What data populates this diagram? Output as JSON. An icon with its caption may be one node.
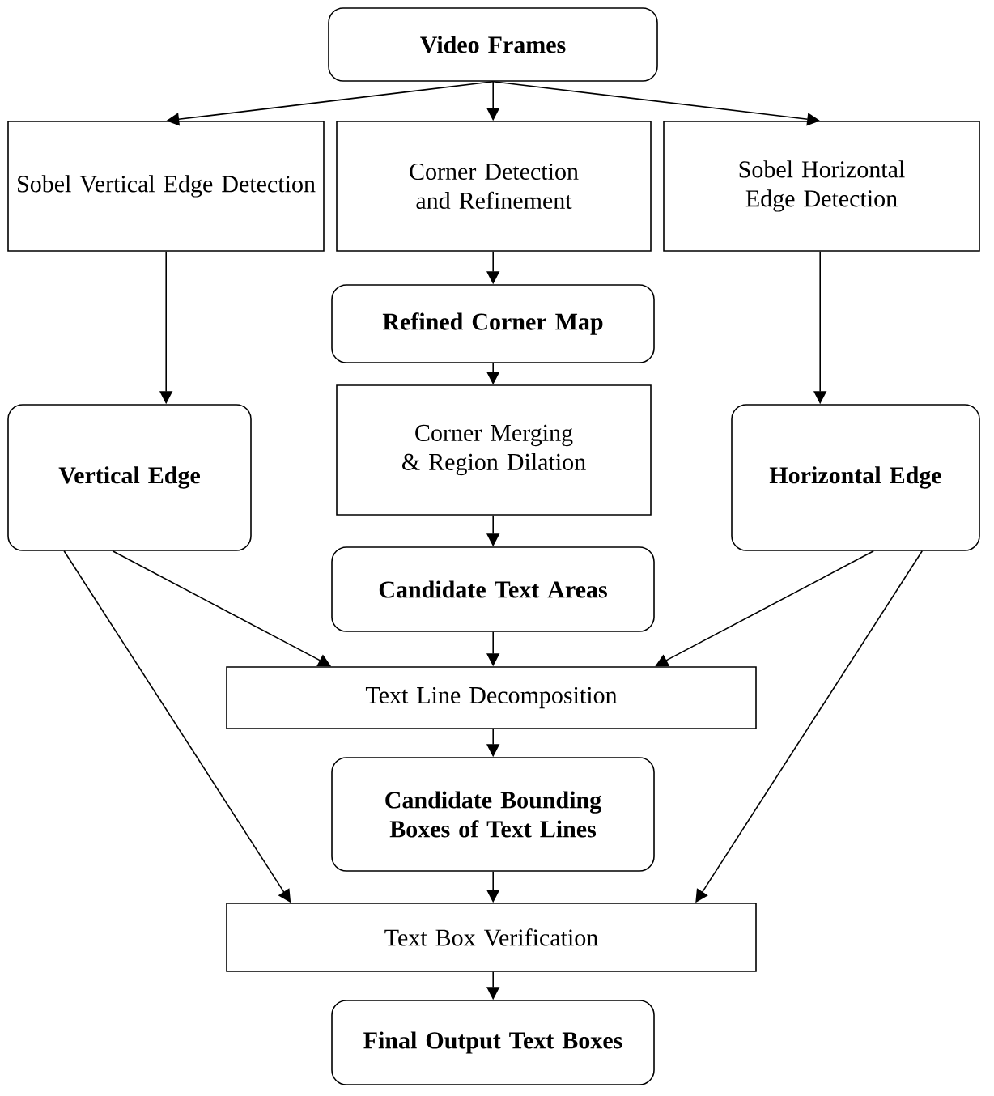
{
  "diagram": {
    "nodes": [
      {
        "text": [
          "Video Frames"
        ]
      },
      {
        "text": [
          "Sobel Vertical Edge Detection"
        ]
      },
      {
        "text": [
          "Corner Detection and Refinement"
        ]
      },
      {
        "text": [
          "Sobel Horizontal Edge Detection"
        ]
      },
      {
        "text": [
          "Refined Corner Map"
        ]
      },
      {
        "text": [
          "Vertical Edge"
        ]
      },
      {
        "text": [
          "Corner Merging & Region Dilation"
        ]
      },
      {
        "text": [
          "Horizontal Edge"
        ]
      },
      {
        "text": [
          "Candidate Text Areas"
        ]
      },
      {
        "text": [
          "Text Line Decomposition"
        ]
      },
      {
        "text": [
          "Candidate Bounding Boxes of Text Lines"
        ]
      },
      {
        "text": [
          "Text Box Verification"
        ]
      },
      {
        "text": [
          "Final Output Text Boxes"
        ]
      }
    ],
    "edges": [
      {
        "from": 0,
        "to": 1,
        "arrow": "to"
      },
      {
        "from": 0,
        "to": 2,
        "arrow": "to"
      },
      {
        "from": 0,
        "to": 3,
        "arrow": "to"
      },
      {
        "from": 1,
        "to": 5,
        "arrow": "to"
      },
      {
        "from": 2,
        "to": 4,
        "arrow": "to"
      },
      {
        "from": 3,
        "to": 7,
        "arrow": "to"
      },
      {
        "from": 4,
        "to": 6,
        "arrow": "to"
      },
      {
        "from": 6,
        "to": 8,
        "arrow": "to"
      },
      {
        "from": 5,
        "to": 9,
        "arrow": "to"
      },
      {
        "from": 5,
        "to": 11,
        "arrow": "to"
      },
      {
        "from": 7,
        "to": 9,
        "arrow": "to"
      },
      {
        "from": 7,
        "to": 11,
        "arrow": "to"
      },
      {
        "from": 8,
        "to": 9,
        "arrow": "to"
      },
      {
        "from": 9,
        "to": 10,
        "arrow": "to"
      },
      {
        "from": 10,
        "to": 11,
        "arrow": "to"
      },
      {
        "from": 11,
        "to": 12,
        "arrow": "to"
      }
    ]
  }
}
